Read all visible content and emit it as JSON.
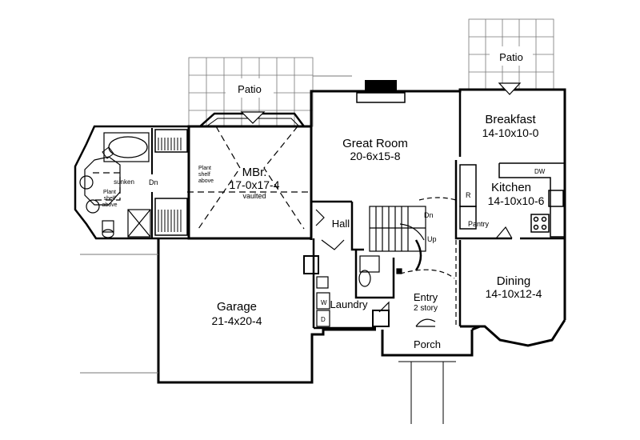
{
  "rooms": {
    "patio_left": {
      "name": "Patio"
    },
    "patio_right": {
      "name": "Patio"
    },
    "breakfast": {
      "name": "Breakfast",
      "size": "14-10x10-0"
    },
    "great_room": {
      "name": "Great Room",
      "size": "20-6x15-8"
    },
    "master_bedroom": {
      "name": "MBr.",
      "size": "17-0x17-4",
      "note": "vaulted"
    },
    "kitchen": {
      "name": "Kitchen",
      "size": "14-10x10-6"
    },
    "hall": {
      "name": "Hall"
    },
    "garage": {
      "name": "Garage",
      "size": "21-4x20-4"
    },
    "laundry": {
      "name": "Laundry"
    },
    "entry": {
      "name": "Entry",
      "note": "2 story"
    },
    "dining": {
      "name": "Dining",
      "size": "14-10x12-4"
    },
    "porch": {
      "name": "Porch"
    },
    "pantry": {
      "name": "Pantry"
    }
  },
  "fixtures": {
    "plant_shelf_1": [
      "Plant",
      "shelf",
      "above"
    ],
    "plant_shelf_2": [
      "Plant",
      "shelf",
      "above"
    ],
    "sunken": "sunken",
    "down_bath": "Dn",
    "stair_down": "Dn",
    "stair_up": "Up",
    "dishwasher": "DW",
    "refrigerator": "R",
    "washer": "W",
    "dryer": "D"
  }
}
